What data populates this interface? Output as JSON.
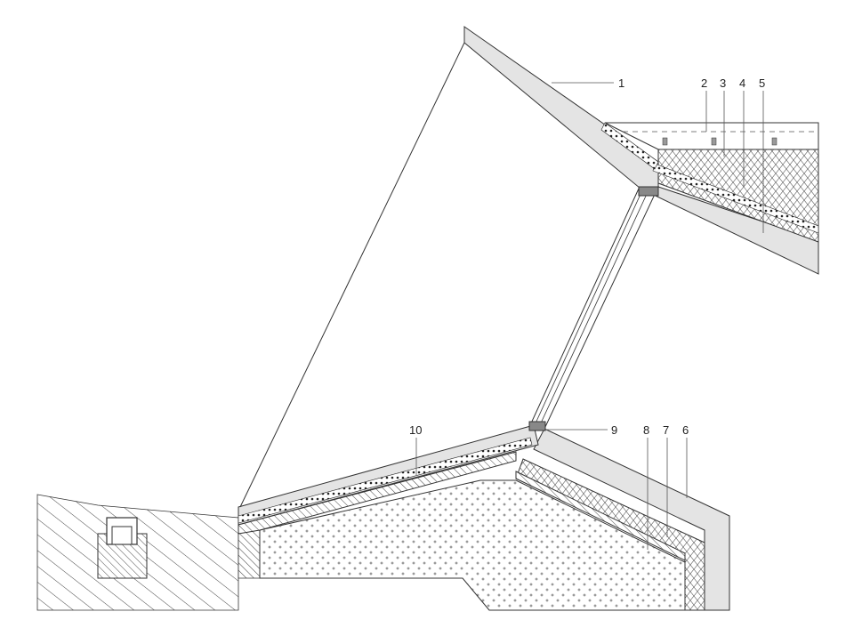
{
  "callouts": [
    {
      "id": "1",
      "text": "1"
    },
    {
      "id": "2",
      "text": "2"
    },
    {
      "id": "3",
      "text": "3"
    },
    {
      "id": "4",
      "text": "4"
    },
    {
      "id": "5",
      "text": "5"
    },
    {
      "id": "6",
      "text": "6"
    },
    {
      "id": "7",
      "text": "7"
    },
    {
      "id": "8",
      "text": "8"
    },
    {
      "id": "9",
      "text": "9"
    },
    {
      "id": "10",
      "text": "10"
    }
  ],
  "colors": {
    "concrete": "#e4e4e4",
    "line": "#333333",
    "hatch": "#444444",
    "insulation_bg": "#ffffff",
    "gasket": "#888888"
  }
}
